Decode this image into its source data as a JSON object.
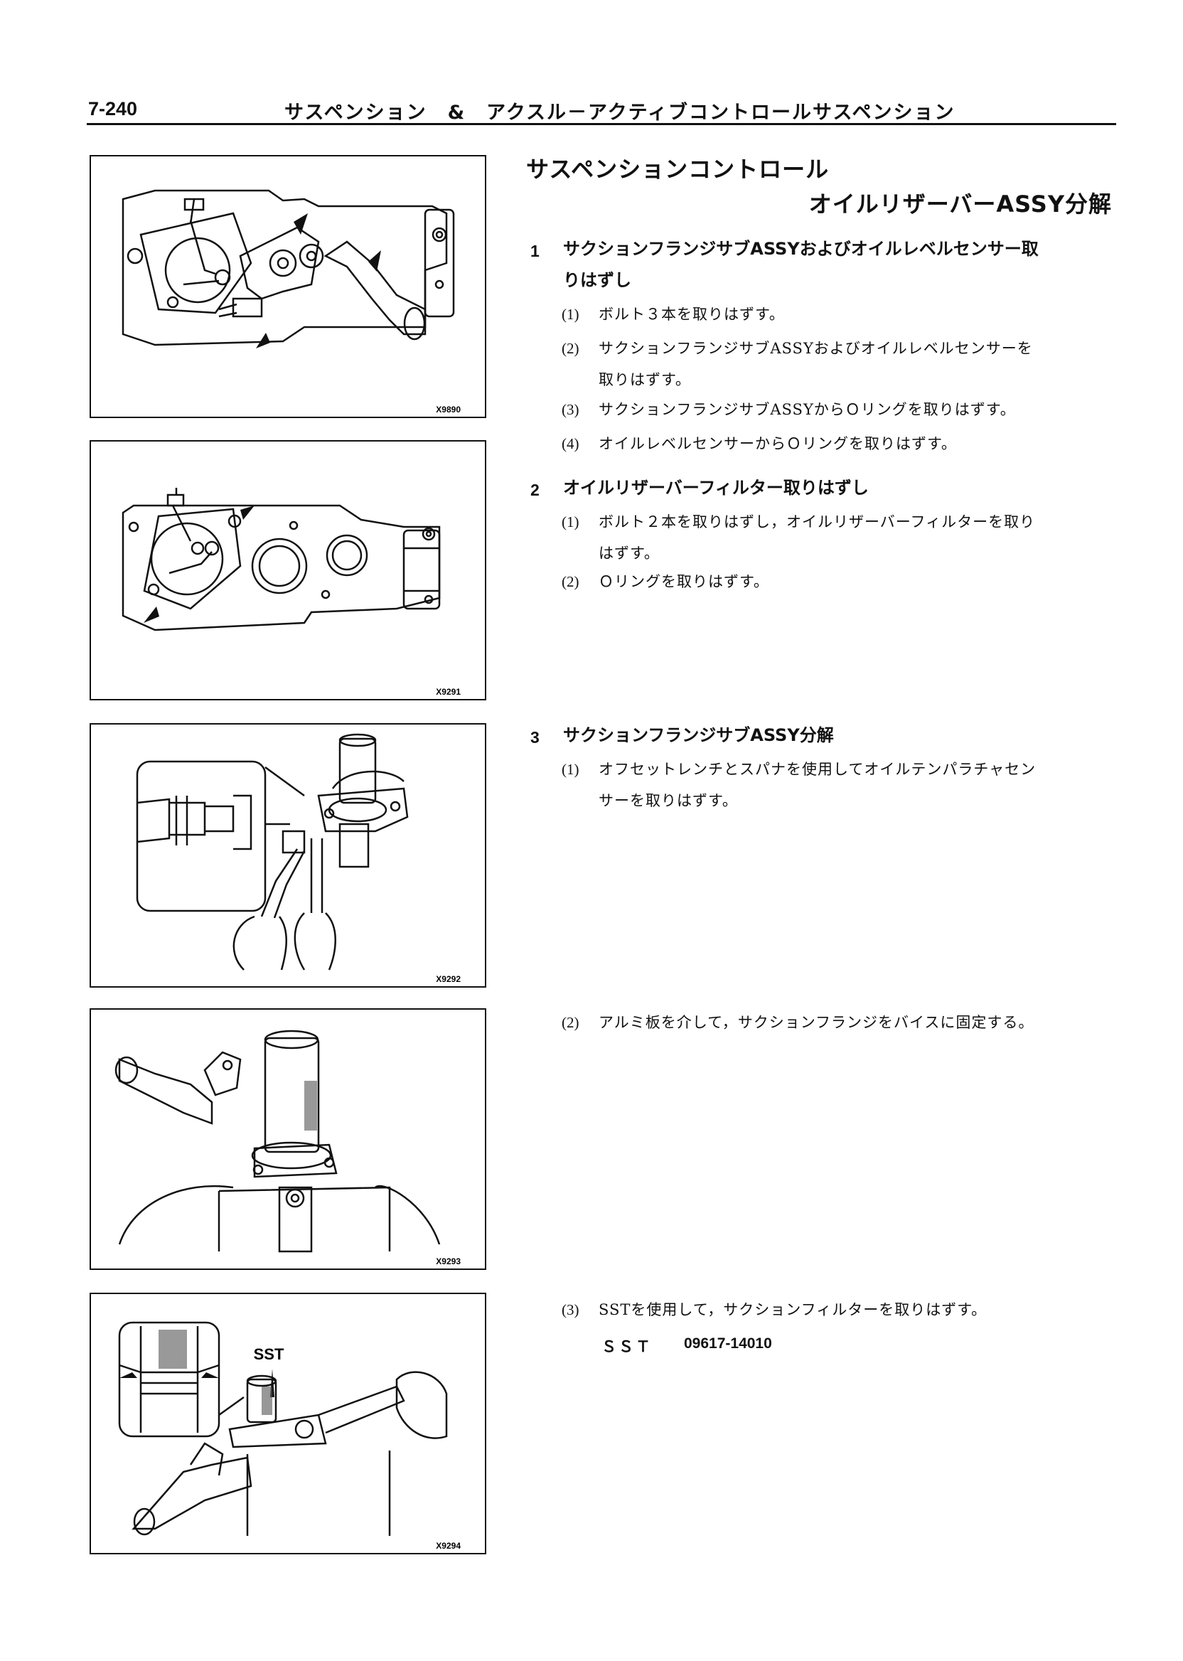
{
  "header": {
    "page_number": "7-240",
    "title": "サスペンション　&　アクスル－アクティブコントロールサスペンション"
  },
  "section": {
    "title_line1": "サスペンションコントロール",
    "title_line2": "オイルリザーバーASSY分解"
  },
  "steps": [
    {
      "num": "1",
      "title_line1": "サクションフランジサブASSYおよびオイルレベルセンサー取",
      "title_line2": "りはずし",
      "substeps": [
        {
          "num": "(1)",
          "lines": [
            "ボルト３本を取りはずす。"
          ]
        },
        {
          "num": "(2)",
          "lines": [
            "サクションフランジサブASSYおよびオイルレベルセンサーを",
            "取りはずす。"
          ]
        },
        {
          "num": "(3)",
          "lines": [
            "サクションフランジサブASSYからＯリングを取りはずす。"
          ]
        },
        {
          "num": "(4)",
          "lines": [
            "オイルレベルセンサーからＯリングを取りはずす。"
          ]
        }
      ]
    },
    {
      "num": "2",
      "title_line1": "オイルリザーバーフィルター取りはずし",
      "substeps": [
        {
          "num": "(1)",
          "lines": [
            "ボルト２本を取りはずし，オイルリザーバーフィルターを取り",
            "はずす。"
          ]
        },
        {
          "num": "(2)",
          "lines": [
            "Ｏリングを取りはずす。"
          ]
        }
      ]
    },
    {
      "num": "3",
      "title_line1": "サクションフランジサブASSY分解",
      "substeps": [
        {
          "num": "(1)",
          "lines": [
            "オフセットレンチとスパナを使用してオイルテンパラチャセン",
            "サーを取りはずす。"
          ]
        },
        {
          "num": "(2)",
          "lines": [
            "アルミ板を介して，サクションフランジをバイスに固定する。"
          ]
        },
        {
          "num": "(3)",
          "lines": [
            "SSTを使用して，サクションフィルターを取りはずす。"
          ]
        }
      ]
    }
  ],
  "sst": {
    "label": "ＳＳＴ",
    "number": "09617-14010"
  },
  "figures": [
    {
      "code": "X9890"
    },
    {
      "code": "X9291"
    },
    {
      "code": "X9292"
    },
    {
      "code": "X9293"
    },
    {
      "code": "X9294",
      "callout": "SST"
    }
  ]
}
